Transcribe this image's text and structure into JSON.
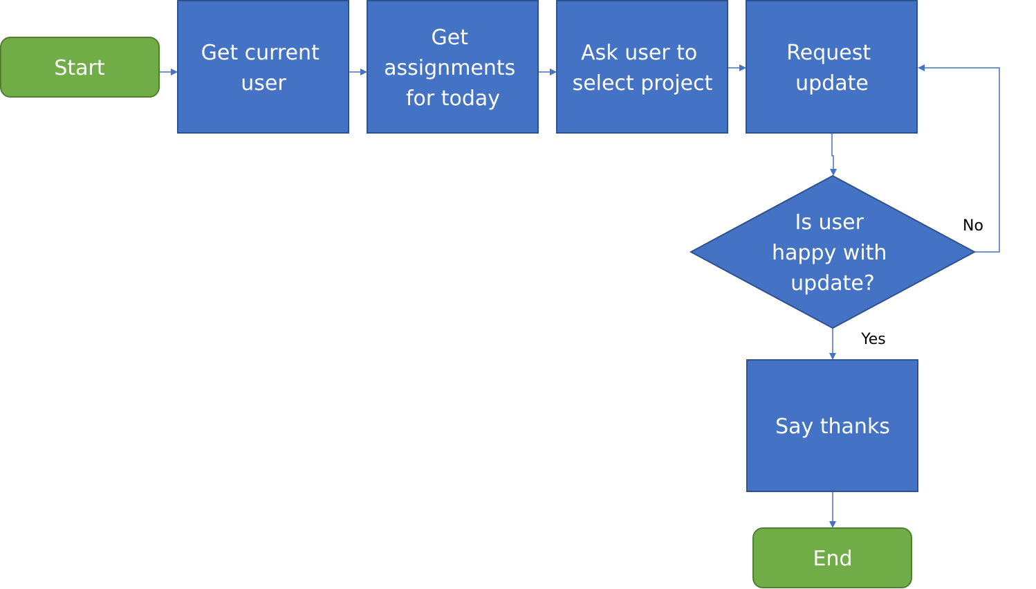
{
  "colors": {
    "process_fill": "#4472c4",
    "process_border": "#2f528f",
    "terminal_fill": "#70ad47",
    "terminal_border": "#507e32",
    "connector": "#4472c4",
    "node_text": "#ffffff",
    "label_text": "#000000"
  },
  "nodes": {
    "start": {
      "shape": "terminal",
      "lines": [
        "Start"
      ]
    },
    "get_current_user": {
      "shape": "process",
      "lines": [
        "Get current",
        "user"
      ]
    },
    "get_assignments": {
      "shape": "process",
      "lines": [
        "Get",
        "assignments",
        "for today"
      ]
    },
    "ask_user": {
      "shape": "process",
      "lines": [
        "Ask user to",
        "select project"
      ]
    },
    "request_update": {
      "shape": "process",
      "lines": [
        "Request",
        "update"
      ]
    },
    "is_user_happy": {
      "shape": "decision",
      "lines": [
        "Is user",
        "happy with",
        "update?"
      ]
    },
    "say_thanks": {
      "shape": "process",
      "lines": [
        "Say thanks"
      ]
    },
    "end": {
      "shape": "terminal",
      "lines": [
        "End"
      ]
    }
  },
  "edges": {
    "start_to_user": {
      "from": "start",
      "to": "get_current_user",
      "label": ""
    },
    "user_to_assignments": {
      "from": "get_current_user",
      "to": "get_assignments",
      "label": ""
    },
    "assignments_to_ask": {
      "from": "get_assignments",
      "to": "ask_user",
      "label": ""
    },
    "ask_to_request": {
      "from": "ask_user",
      "to": "request_update",
      "label": ""
    },
    "request_to_decision": {
      "from": "request_update",
      "to": "is_user_happy",
      "label": ""
    },
    "decision_no": {
      "from": "is_user_happy",
      "to": "request_update",
      "label": "No"
    },
    "decision_yes": {
      "from": "is_user_happy",
      "to": "say_thanks",
      "label": "Yes"
    },
    "thanks_to_end": {
      "from": "say_thanks",
      "to": "end",
      "label": ""
    }
  }
}
